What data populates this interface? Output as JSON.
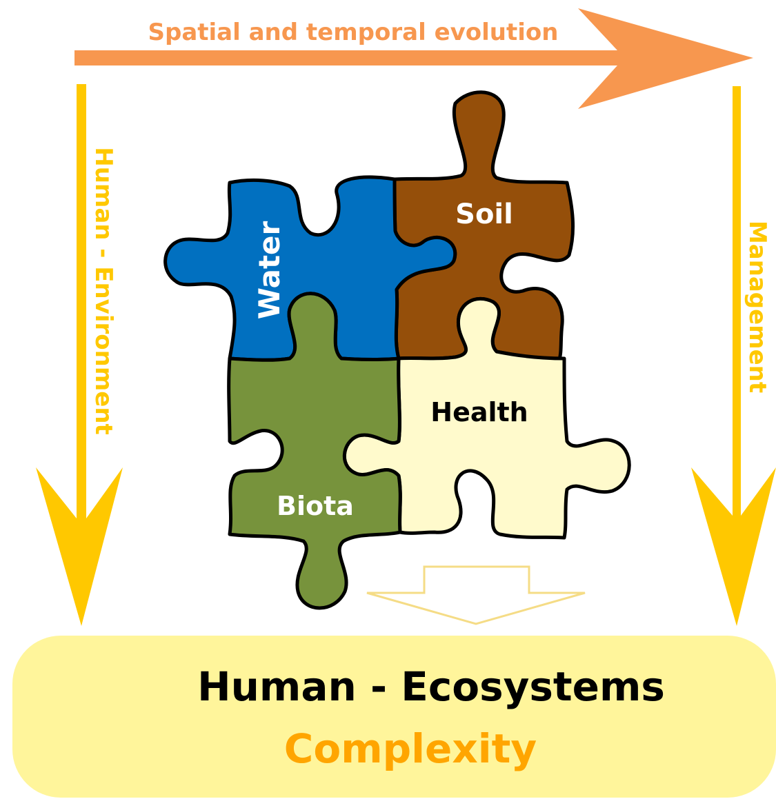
{
  "top_arrow": {
    "label": "Spatial and temporal evolution",
    "color": "#F7974F"
  },
  "left_arrow": {
    "label": "Human - Environment",
    "color": "#FFC800"
  },
  "right_arrow": {
    "label": "Management",
    "color": "#FFC800"
  },
  "pieces": {
    "water": {
      "label": "Water",
      "color": "#0170C0"
    },
    "soil": {
      "label": "Soil",
      "color": "#954F0A"
    },
    "biota": {
      "label": "Biota",
      "color": "#77933C"
    },
    "health": {
      "label": "Health",
      "color": "#FFFACC"
    }
  },
  "outcome": {
    "line1": "Human - Ecosystems",
    "line2": "Complexity",
    "fill": "#FFF59B",
    "accent": "#FFA500"
  }
}
